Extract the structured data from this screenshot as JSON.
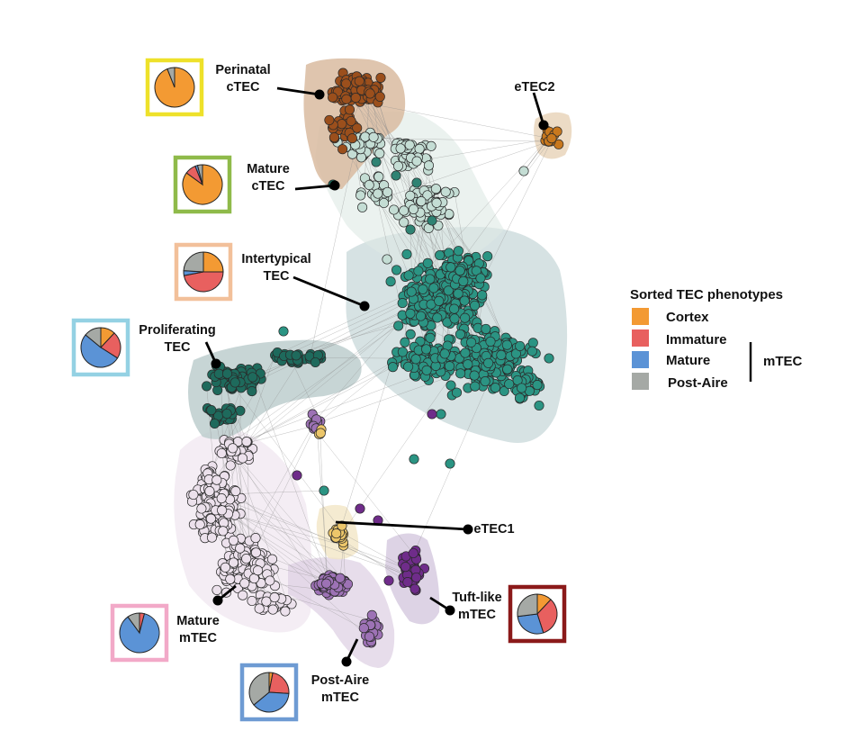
{
  "figure": {
    "legend": {
      "title": "Sorted TEC phenotypes",
      "items": [
        {
          "key": "cortex",
          "label": "Cortex",
          "color": "#f39a33"
        },
        {
          "key": "immature",
          "label": "Immature",
          "color": "#e8605f"
        },
        {
          "key": "mature",
          "label": "Mature",
          "color": "#5b93d6"
        },
        {
          "key": "postaire",
          "label": "Post-Aire",
          "color": "#a5a9a5"
        }
      ],
      "group_label": "mTEC"
    },
    "clusters": [
      {
        "id": "perinatal-ctec",
        "label_lines": [
          "Perinatal",
          "cTEC"
        ],
        "node_color": "#9b4f1c",
        "hull_color": "#d9bba0",
        "frame_color": "#eee12a",
        "pie": {
          "cortex": 94,
          "immature": 0,
          "mature": 0,
          "postaire": 6
        }
      },
      {
        "id": "mature-ctec",
        "label_lines": [
          "Mature",
          "cTEC"
        ],
        "node_color": "#c4ddd4",
        "hull_color": "#dde9e5",
        "frame_color": "#8fba4a",
        "pie": {
          "cortex": 85,
          "immature": 9,
          "mature": 2,
          "postaire": 4
        }
      },
      {
        "id": "intertypical-tec",
        "label_lines": [
          "Intertypical",
          "TEC"
        ],
        "node_color": "#2b9483",
        "hull_color": "#c8d8da",
        "frame_color": "#f2c09a",
        "pie": {
          "cortex": 25,
          "immature": 47,
          "mature": 4,
          "postaire": 24
        }
      },
      {
        "id": "proliferating-tec",
        "label_lines": [
          "Proliferating",
          "TEC"
        ],
        "node_color": "#1e6a5c",
        "hull_color": "#b9cbcb",
        "frame_color": "#94d1e3",
        "pie": {
          "cortex": 12,
          "immature": 22,
          "mature": 52,
          "postaire": 14
        }
      },
      {
        "id": "mature-mtec",
        "label_lines": [
          "Mature",
          "mTEC"
        ],
        "node_color": "#ece1ec",
        "hull_color": "#efe5f0",
        "frame_color": "#f2a9c8",
        "pie": {
          "cortex": 0,
          "immature": 4,
          "mature": 86,
          "postaire": 10
        }
      },
      {
        "id": "post-aire-mtec",
        "label_lines": [
          "Post-Aire",
          "mTEC"
        ],
        "node_color": "#9d72b5",
        "hull_color": "#ddcfe2",
        "frame_color": "#6e9bd3",
        "pie": {
          "cortex": 3,
          "immature": 23,
          "mature": 38,
          "postaire": 36
        }
      },
      {
        "id": "tuft-like-mtec",
        "label_lines": [
          "Tuft-like",
          "mTEC"
        ],
        "node_color": "#6f2c8a",
        "hull_color": "#d5c8df",
        "frame_color": "#8b1a1a",
        "pie": {
          "cortex": 12,
          "immature": 33,
          "mature": 28,
          "postaire": 27
        }
      },
      {
        "id": "etec1",
        "label_lines": [
          "eTEC1"
        ],
        "node_color": "#ecc66a",
        "hull_color": "#f3e6c6",
        "frame_color": null,
        "pie": null
      },
      {
        "id": "etec2",
        "label_lines": [
          "eTEC2"
        ],
        "node_color": "#c8781e",
        "hull_color": "#ead7bf",
        "frame_color": null,
        "pie": null
      }
    ]
  }
}
